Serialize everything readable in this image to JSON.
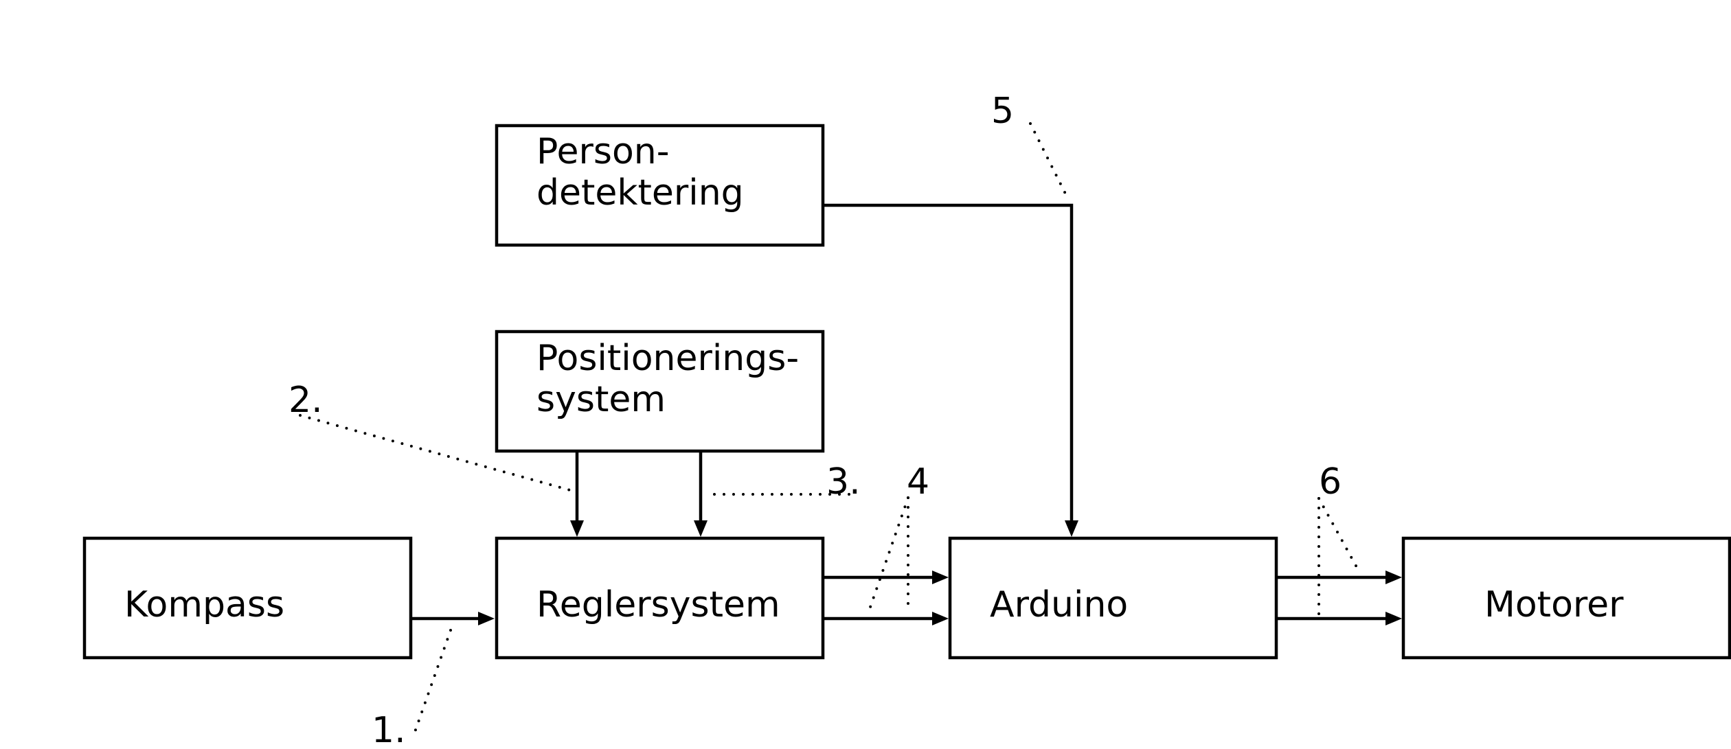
{
  "blocks": {
    "person": {
      "line1": "Person-",
      "line2": "detektering"
    },
    "positioning": {
      "line1": "Positionerings-",
      "line2": "system"
    },
    "kompass": {
      "label": "Kompass"
    },
    "regler": {
      "label": "Reglersystem"
    },
    "arduino": {
      "label": "Arduino"
    },
    "motorer": {
      "label": "Motorer"
    }
  },
  "callouts": {
    "c1": "1.",
    "c2": "2.",
    "c3": "3.",
    "c4": "4",
    "c5": "5",
    "c6": "6"
  }
}
